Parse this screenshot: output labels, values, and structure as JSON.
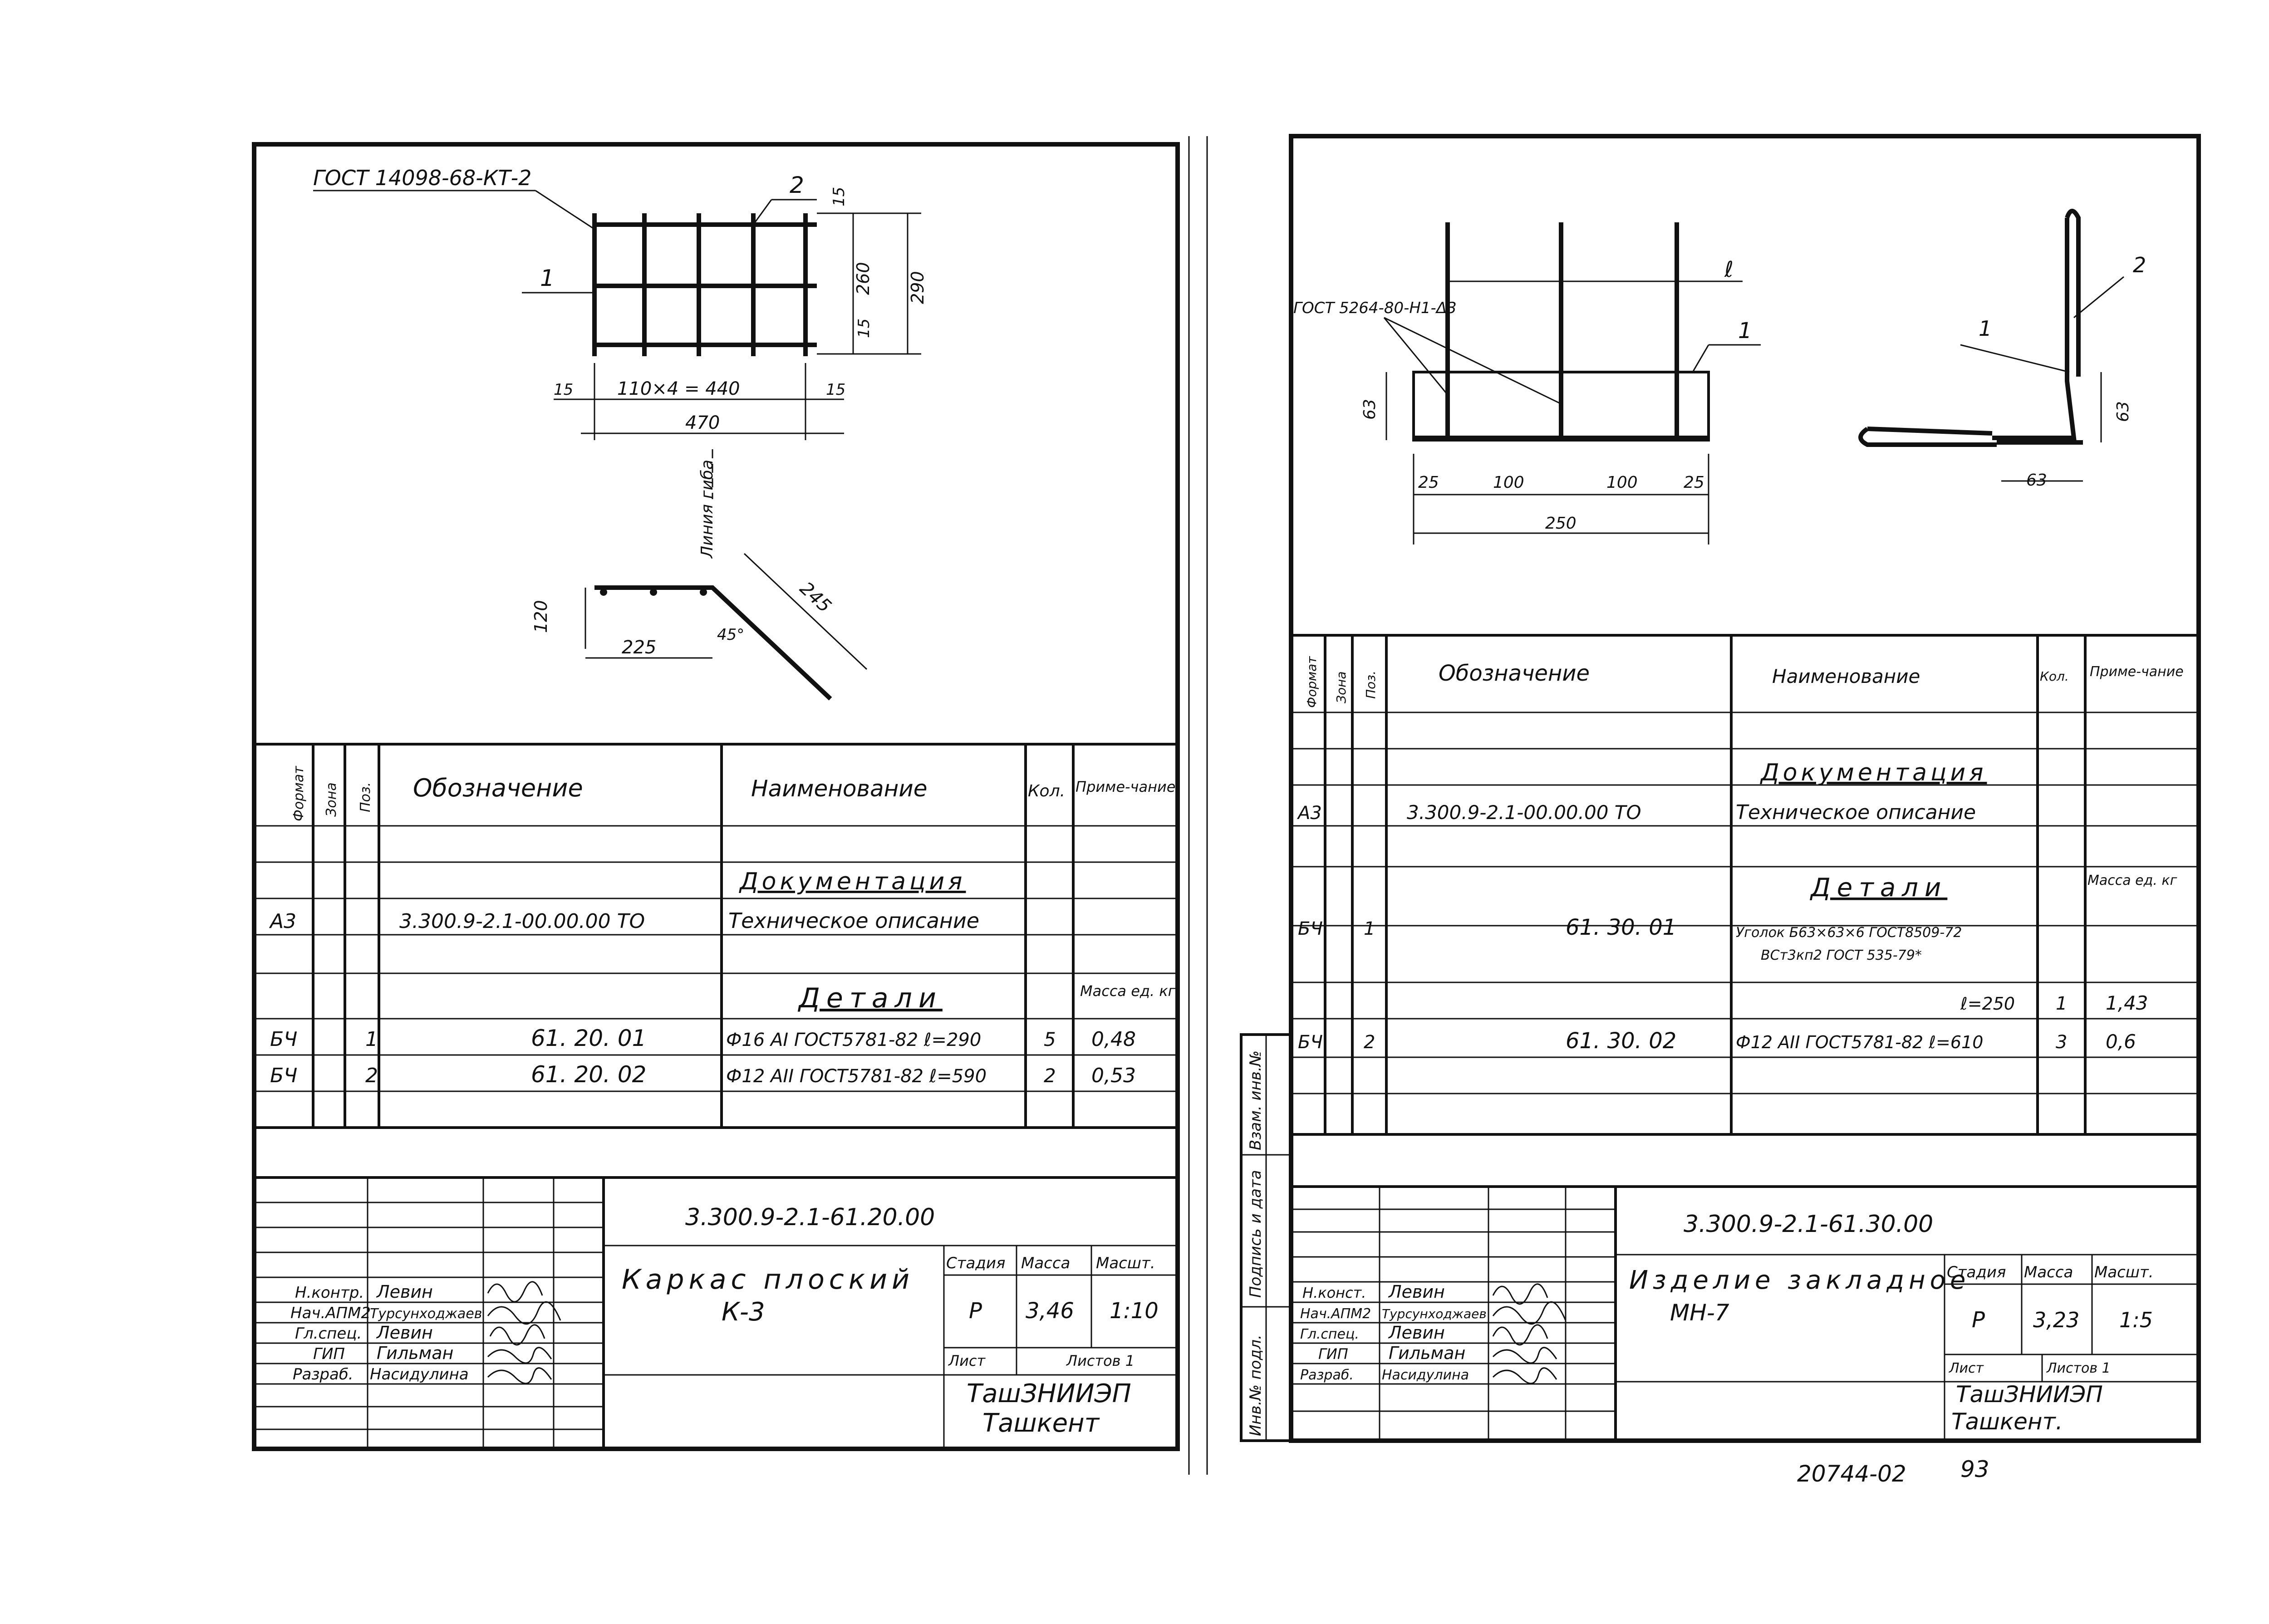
{
  "left_sheet": {
    "drawing": {
      "gost_ref": "ГОСТ 14098-68-КТ-2",
      "pos1": "1",
      "pos2": "2",
      "dim_15a": "15",
      "dim_260": "260",
      "dim_15b": "15",
      "dim_290": "290",
      "dim_15c": "15",
      "dim_110x4": "110×4 = 440",
      "dim_15d": "15",
      "dim_470": "470",
      "bend_line": "Линия гиба",
      "dim_120": "120",
      "dim_225": "225",
      "dim_45": "45°",
      "dim_245": "245"
    },
    "spec": {
      "headers": {
        "format": "Формат",
        "zone": "Зона",
        "pos": "Поз.",
        "designation": "Обозначение",
        "name": "Наименование",
        "qty": "Кол.",
        "note": "Приме-чание"
      },
      "section_docs": "Документация",
      "doc_row": {
        "format": "А3",
        "designation": "3.300.9-2.1-00.00.00 ТО",
        "name": "Техническое описание"
      },
      "section_details": "Детали",
      "mass_note": "Масса ед. кг.",
      "rows": [
        {
          "format": "БЧ",
          "pos": "1",
          "designation": "61. 20. 01",
          "name": "Ф16 АΙ ГОСТ5781-82 ℓ=290",
          "qty": "5",
          "note": "0,48"
        },
        {
          "format": "БЧ",
          "pos": "2",
          "designation": "61. 20. 02",
          "name": "Ф12 АΙΙ ГОСТ5781-82 ℓ=590",
          "qty": "2",
          "note": "0,53"
        }
      ]
    },
    "title_block": {
      "code": "3.300.9-2.1-61.20.00",
      "title": "Каркас плоский",
      "subtitle": "К-3",
      "stage_label": "Стадия",
      "mass_label": "Масса",
      "scale_label": "Масшт.",
      "stage": "Р",
      "mass": "3,46",
      "scale": "1:10",
      "sheet_label": "Лист",
      "sheets_label": "Листов 1",
      "org": "ТашЗНИИЭП",
      "city": "Ташкент",
      "roles": [
        "Н.контр.",
        "Нач.АПМ2",
        "Гл.спец.",
        "ГИП",
        "Разраб."
      ],
      "names": [
        "Левин",
        "Турсунходжаев",
        "Левин",
        "Гильман",
        "Насидулина"
      ]
    }
  },
  "right_sheet": {
    "drawing": {
      "gost_ref": "ГОСТ 5264-80-Н1-Δ3",
      "l_label": "ℓ",
      "pos1": "1",
      "dim_63": "63",
      "dim_25a": "25",
      "dim_100a": "100",
      "dim_100b": "100",
      "dim_25b": "25",
      "dim_250": "250",
      "pos1b": "1",
      "pos2": "2",
      "dim_63b": "63",
      "dim_63c": "63"
    },
    "spec": {
      "headers": {
        "format": "Формат",
        "zone": "Зона",
        "pos": "Поз.",
        "designation": "Обозначение",
        "name": "Наименование",
        "qty": "Кол.",
        "note": "Приме-чание"
      },
      "section_docs": "Документация",
      "doc_row": {
        "format": "А3",
        "designation": "3.300.9-2.1-00.00.00 ТО",
        "name": "Техническое описание"
      },
      "section_details": "Детали",
      "mass_note": "Масса ед. кг",
      "rows": [
        {
          "format": "БЧ",
          "pos": "1",
          "designation": "61. 30. 01",
          "name_a": "Уголок Б63×63×6 ГОСТ8509-72",
          "name_b": "ВСт3кп2 ГОСТ 535-79*",
          "name_c": "ℓ=250",
          "qty": "1",
          "note": "1,43"
        },
        {
          "format": "БЧ",
          "pos": "2",
          "designation": "61. 30. 02",
          "name": "Ф12 АΙΙ ГОСТ5781-82 ℓ=610",
          "qty": "3",
          "note": "0,6"
        }
      ]
    },
    "side_stamp": [
      "Инв.№ подл.",
      "Подпись и дата",
      "Взам. инв.№"
    ],
    "title_block": {
      "code": "3.300.9-2.1-61.30.00",
      "title": "Изделие закладное",
      "subtitle": "МН-7",
      "stage_label": "Стадия",
      "mass_label": "Масса",
      "scale_label": "Масшт.",
      "stage": "Р",
      "mass": "3,23",
      "scale": "1:5",
      "sheet_label": "Лист",
      "sheets_label": "Листов 1",
      "org": "ТашЗНИИЭП",
      "city": "Ташкент.",
      "roles": [
        "Н.конст.",
        "Нач.АПМ2",
        "Гл.спец.",
        "ГИП",
        "Разраб."
      ],
      "names": [
        "Левин",
        "Турсунходжаев",
        "Левин",
        "Гильман",
        "Насидулина"
      ]
    }
  },
  "footer": {
    "archive": "20744-02",
    "page": "93"
  }
}
